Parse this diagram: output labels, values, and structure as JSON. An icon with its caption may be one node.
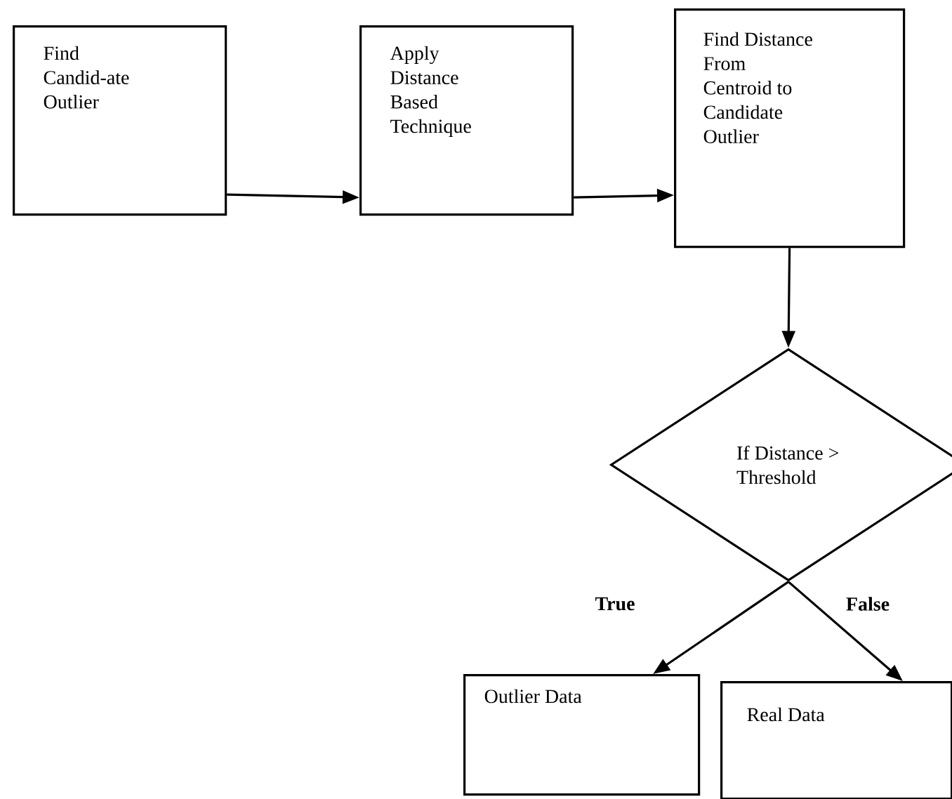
{
  "diagram": {
    "nodes": [
      {
        "text": [
          "Find Candid-ate Outlier"
        ]
      },
      {
        "text": [
          "Apply Distance Based Technique"
        ]
      },
      {
        "text": [
          "Find Distance From Centroid to Candidate Outlier"
        ]
      },
      {
        "text": [
          "If Distance > Threshold"
        ]
      },
      {
        "text": [
          "Outlier Data"
        ]
      },
      {
        "text": [
          "Real Data"
        ]
      }
    ],
    "edges": [
      {
        "from": 0,
        "to": 1,
        "arrow": "to"
      },
      {
        "from": 1,
        "to": 2,
        "arrow": "to"
      },
      {
        "from": 2,
        "to": 3,
        "arrow": "to"
      },
      {
        "from": 3,
        "to": 4,
        "arrow": "to",
        "label": "True"
      },
      {
        "from": 3,
        "to": 5,
        "arrow": "to",
        "label": "False"
      }
    ]
  }
}
